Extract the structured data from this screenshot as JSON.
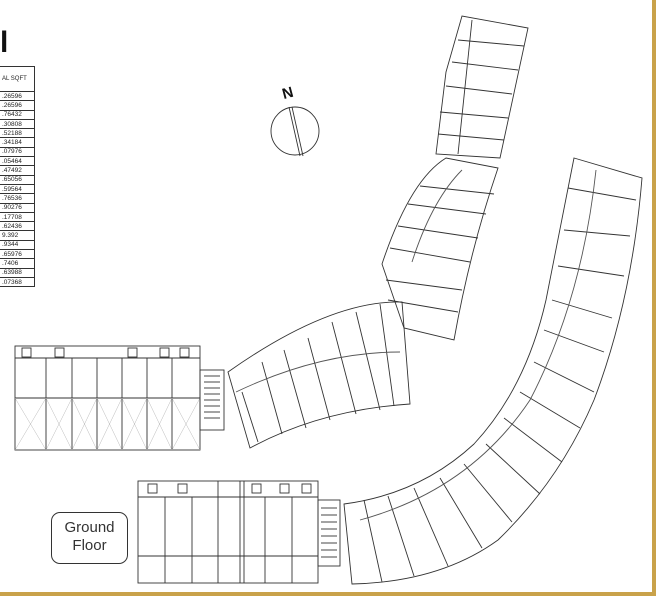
{
  "title_fragment": "l",
  "area_table": {
    "header": "AL SQFT",
    "rows": [
      ".26596",
      ".26596",
      ".76432",
      ".30808",
      ".52188",
      ".34184",
      ".07976",
      ".05464",
      ".47492",
      ".65056",
      ".59564",
      ".76536",
      ".90276",
      ".17708",
      ".62436",
      "9.392",
      ".9344",
      ".65976",
      ".7406",
      ".63988",
      ".07368"
    ]
  },
  "compass": {
    "label": "N"
  },
  "ground_floor": {
    "line1": "Ground",
    "line2": "Floor"
  },
  "colors": {
    "border_gold": "#c9a24a",
    "line": "#333333"
  }
}
